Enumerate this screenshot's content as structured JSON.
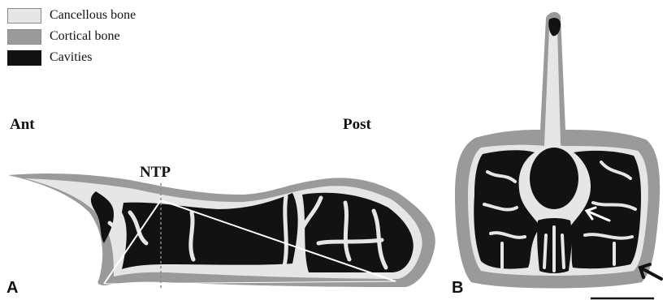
{
  "legend": {
    "items": [
      {
        "label": "Cancellous bone",
        "color": "#e6e6e6"
      },
      {
        "label": "Cortical bone",
        "color": "#9a9a9a"
      },
      {
        "label": "Cavities",
        "color": "#121212"
      }
    ]
  },
  "labels": {
    "anterior": "Ant",
    "posterior": "Post",
    "ntp": "NTP",
    "panel_a": "A",
    "panel_b": "B"
  },
  "colors": {
    "cancellous": "#e6e6e6",
    "cortical": "#9a9a9a",
    "cavity": "#121212"
  }
}
